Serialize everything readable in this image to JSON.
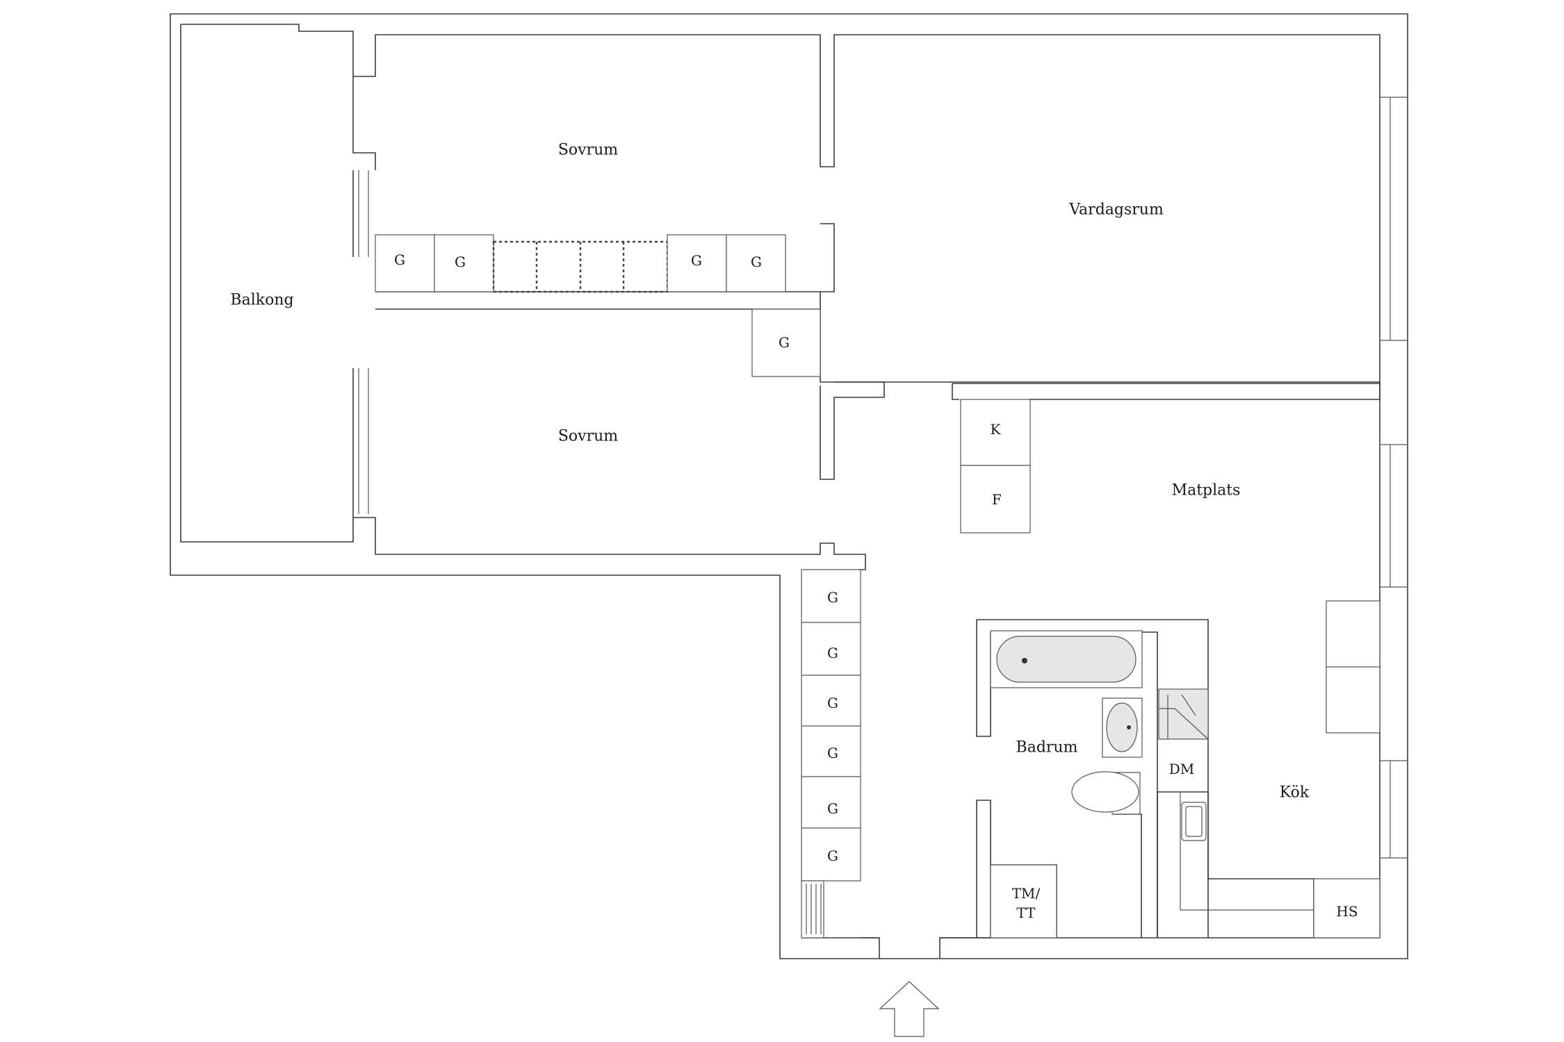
{
  "rooms": {
    "sovrum_top": "Sovrum",
    "sovrum_bottom": "Sovrum",
    "vardagsrum": "Vardagsrum",
    "balkong": "Balkong",
    "matplats": "Matplats",
    "badrum": "Badrum",
    "kok": "Kök"
  },
  "labels": {
    "wardrobe": "G",
    "fridge": "K",
    "freezer": "F",
    "dishwasher": "DM",
    "washer_line1": "TM/",
    "washer_line2": "TT",
    "hall_closet": "HS"
  }
}
